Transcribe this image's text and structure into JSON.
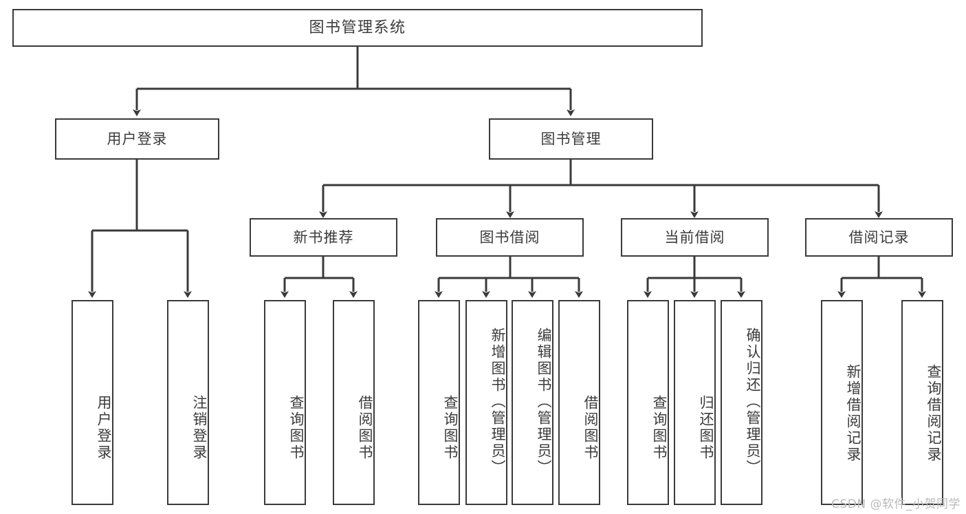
{
  "diagram": {
    "title_text": "图书管理系统",
    "type": "tree-hierarchy-diagram",
    "watermark": "CSDN @软件_小贺同学",
    "colors": {
      "box_border": "#3a3a3a",
      "box_fill": "#ffffff",
      "text": "#3b3b3b",
      "connector": "#3a3a3a",
      "background": "#ffffff",
      "watermark": "#b9b9b9"
    },
    "root": {
      "label": "图书管理系统"
    },
    "level2": [
      {
        "id": "user-login",
        "label": "用户登录"
      },
      {
        "id": "book-manage",
        "label": "图书管理"
      }
    ],
    "level3": [
      {
        "id": "new-book-recommend",
        "label": "新书推荐",
        "parent": "book-manage"
      },
      {
        "id": "book-borrow",
        "label": "图书借阅",
        "parent": "book-manage"
      },
      {
        "id": "current-borrow",
        "label": "当前借阅",
        "parent": "book-manage"
      },
      {
        "id": "borrow-record",
        "label": "借阅记录",
        "parent": "book-manage"
      }
    ],
    "leaves": {
      "user_login": [
        {
          "id": "leaf-user-login",
          "label": "用户登录"
        },
        {
          "id": "leaf-logout",
          "label": "注销登录"
        }
      ],
      "new_book_recommend": [
        {
          "id": "leaf-query-book-1",
          "label": "查询图书"
        },
        {
          "id": "leaf-borrow-book-1",
          "label": "借阅图书"
        }
      ],
      "book_borrow": [
        {
          "id": "leaf-query-book-2",
          "label": "查询图书"
        },
        {
          "id": "leaf-add-book",
          "label": "新增图书（管理员）"
        },
        {
          "id": "leaf-edit-book",
          "label": "编辑图书（管理员）"
        },
        {
          "id": "leaf-borrow-book-2",
          "label": "借阅图书"
        }
      ],
      "current_borrow": [
        {
          "id": "leaf-query-book-3",
          "label": "查询图书"
        },
        {
          "id": "leaf-return-book",
          "label": "归还图书"
        },
        {
          "id": "leaf-confirm-return",
          "label": "确认归还（管理员）"
        }
      ],
      "borrow_record": [
        {
          "id": "leaf-add-record",
          "label": "新增借阅记录"
        },
        {
          "id": "leaf-query-record",
          "label": "查询借阅记录"
        }
      ]
    }
  }
}
